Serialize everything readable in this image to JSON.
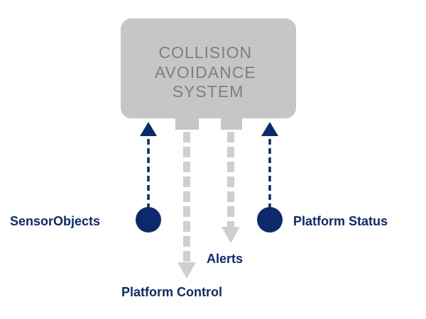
{
  "system": {
    "title_lines": [
      "COLLISION",
      "AVOIDANCE",
      "SYSTEM"
    ]
  },
  "inputs": [
    {
      "label": "SensorObjects",
      "direction": "in"
    },
    {
      "label": "Platform Status",
      "direction": "in"
    }
  ],
  "outputs": [
    {
      "label": "Platform Control",
      "direction": "out"
    },
    {
      "label": "Alerts",
      "direction": "out"
    }
  ],
  "colors": {
    "box_fill": "#c6c6c6",
    "box_text": "#7f7f7f",
    "output_arrow": "#cfcfcf",
    "input_arrow": "#0b2a6e",
    "label_text": "#0b2a6e"
  }
}
